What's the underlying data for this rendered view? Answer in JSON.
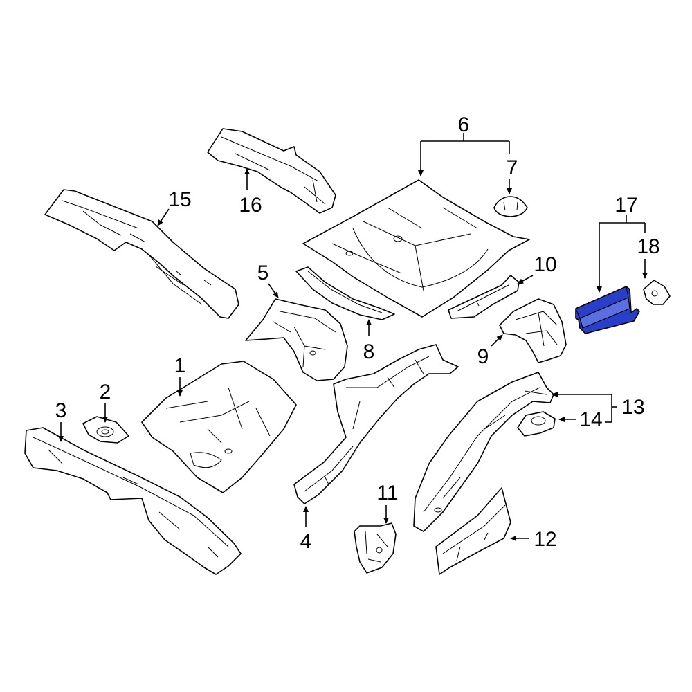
{
  "diagram": {
    "callouts": {
      "c1": "1",
      "c2": "2",
      "c3": "3",
      "c4": "4",
      "c5": "5",
      "c6": "6",
      "c7": "7",
      "c8": "8",
      "c9": "9",
      "c10": "10",
      "c11": "11",
      "c12": "12",
      "c13": "13",
      "c14": "14",
      "c15": "15",
      "c16": "16",
      "c17": "17",
      "c18": "18"
    },
    "highlight_color": "#2a3fc9",
    "highlighted_part": "17"
  }
}
